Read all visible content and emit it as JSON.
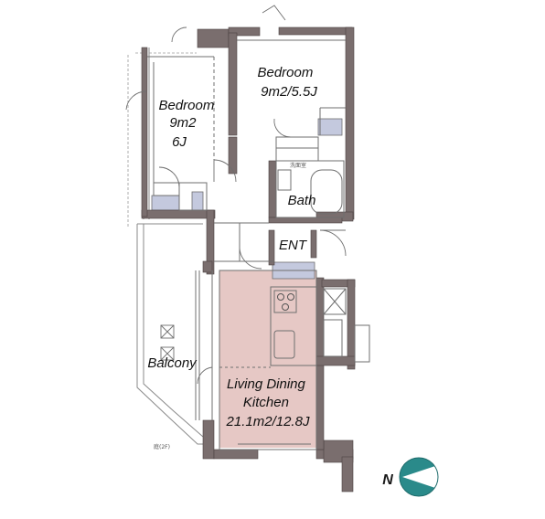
{
  "colors": {
    "wall": "#7a6e6e",
    "wall_edge": "#4a4242",
    "line": "#6f6f6f",
    "ldk_fill": "#e6c8c5",
    "storage_fill": "#c4c9de",
    "compass_teal": "#2a8a8a"
  },
  "rooms": {
    "bedroom_west": {
      "line1": "Bedroom",
      "line2": "9m2",
      "line3": "6J"
    },
    "bedroom_east": {
      "line1": "Bedroom",
      "line2": "9m2/5.5J"
    },
    "bath": {
      "label": "Bath"
    },
    "entrance": {
      "label": "ENT"
    },
    "balcony": {
      "label": "Balcony"
    },
    "ldk": {
      "line1": "Living Dining",
      "line2": "Kitchen",
      "line3": "21.1m2/12.8J"
    }
  },
  "annotations": {
    "washroom": "洗面室",
    "garden": "庭(2F)"
  },
  "compass": {
    "label": "N",
    "icon": "north-compass-icon"
  }
}
